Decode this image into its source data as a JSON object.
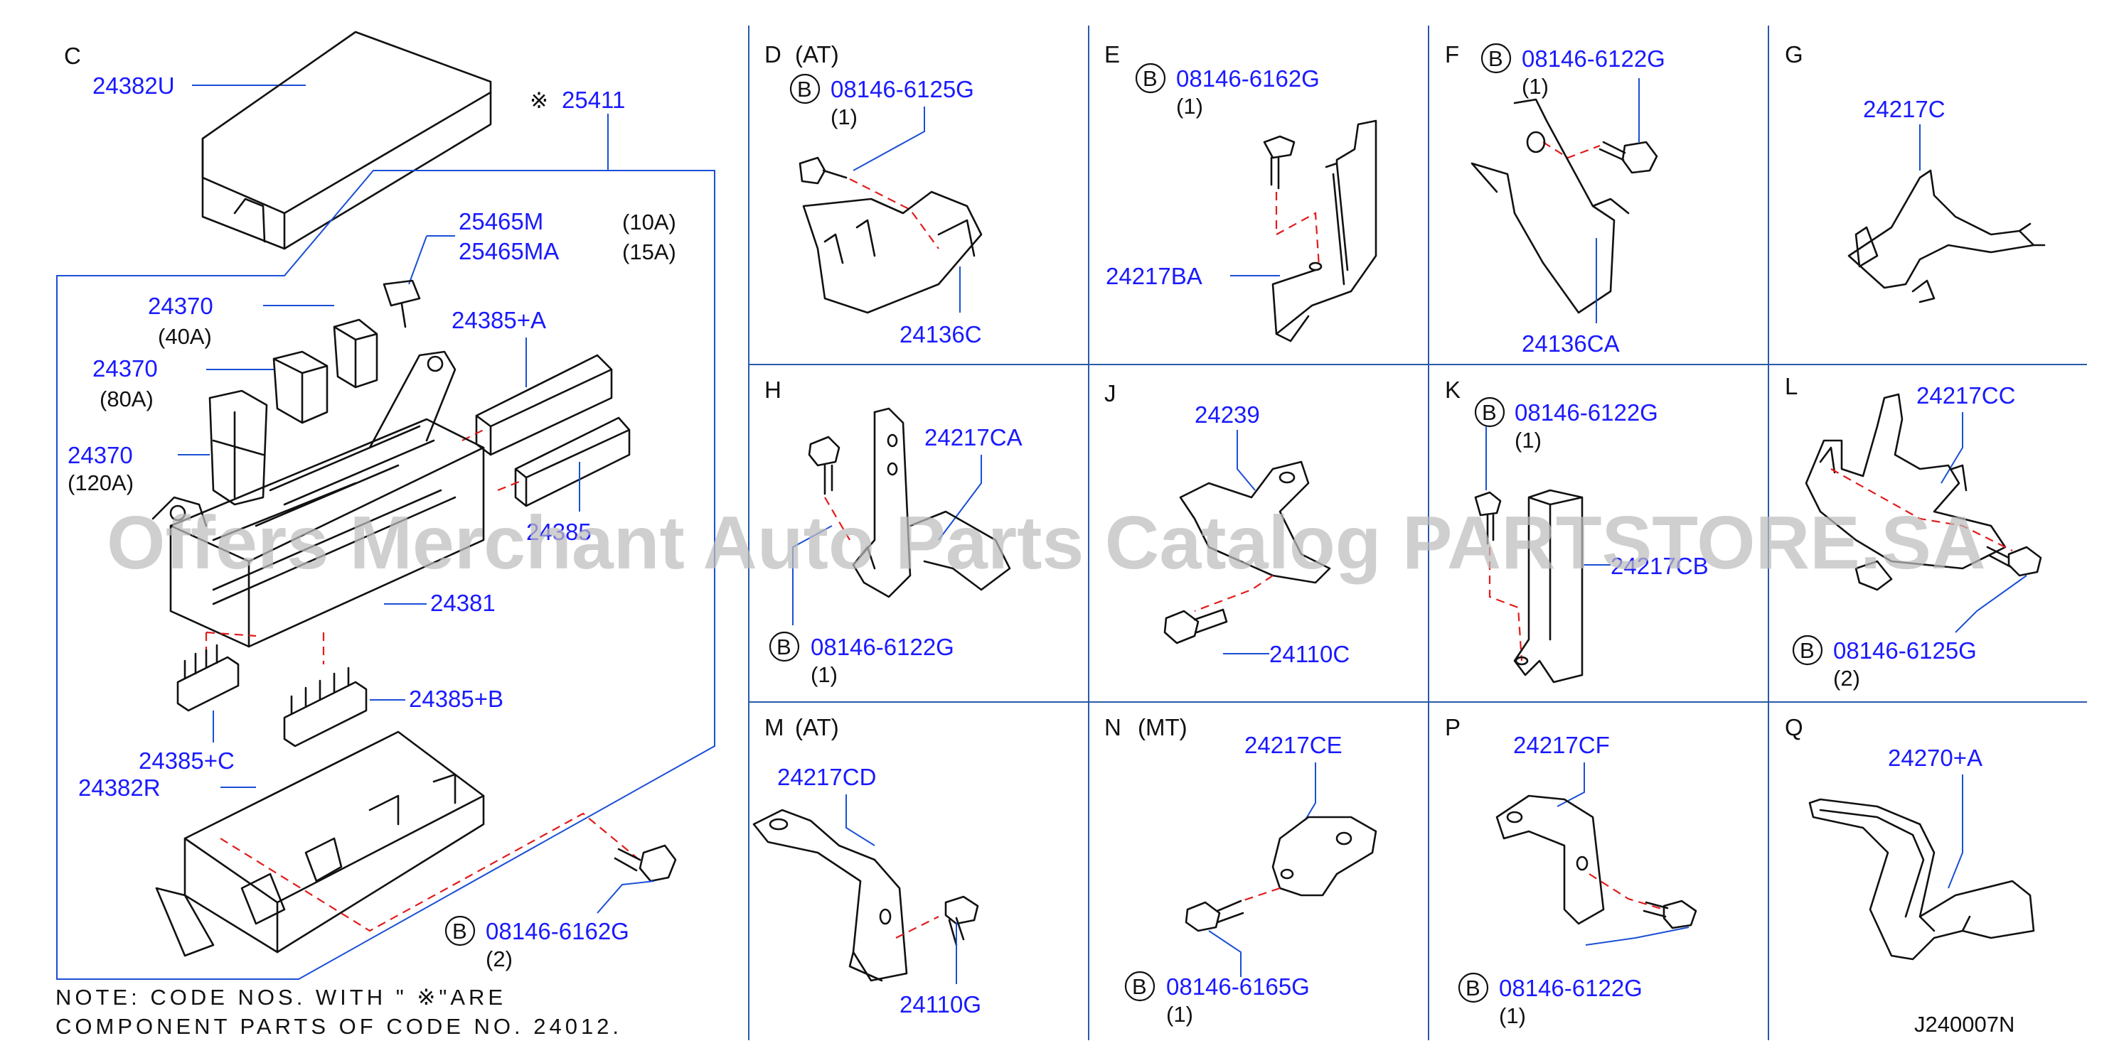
{
  "note": {
    "line1": "NOTE:  CODE  NOS.  WITH  \" ※\"ARE",
    "line2": "COMPONENT  PARTS  OF  CODE  NO.  24012."
  },
  "diagram_code": "J240007N",
  "watermark": "Offers Merchant Auto Parts Catalog PARTSTORE.SA",
  "colors": {
    "part_number": "#1a1aff",
    "leader": "#1a4fd6",
    "dashed": "#e21b1b",
    "grid": "#2a5aa8"
  },
  "sections": {
    "C": {
      "letter": "C",
      "cover": "24382U",
      "kit": "※ 25411",
      "fuse_a": "25465M",
      "fuse_a_spec": "(10A)",
      "fuse_b": "25465MA",
      "fuse_b_spec": "(15A)",
      "link_40": "24370",
      "link_40_spec": "(40A)",
      "link_80": "24370",
      "link_80_spec": "(80A)",
      "link_120": "24370",
      "link_120_spec": "(120A)",
      "conn_a": "24385+A",
      "conn_d": "24385",
      "block": "24381",
      "conn_b": "24385+B",
      "conn_c": "24385+C",
      "lower": "24382R",
      "bolt_code": "B",
      "bolt": "08146-6162G",
      "bolt_qty": "(2)"
    },
    "D": {
      "letter": "D",
      "variant": "(AT)",
      "bolt_code": "B",
      "bolt": "08146-6125G",
      "bolt_qty": "(1)",
      "part": "24136C"
    },
    "E": {
      "letter": "E",
      "bolt_code": "B",
      "bolt": "08146-6162G",
      "bolt_qty": "(1)",
      "part": "24217BA"
    },
    "F": {
      "letter": "F",
      "bolt_code": "B",
      "bolt": "08146-6122G",
      "bolt_qty": "(1)",
      "part": "24136CA"
    },
    "G": {
      "letter": "G",
      "part": "24217C"
    },
    "H": {
      "letter": "H",
      "part": "24217CA",
      "bolt_code": "B",
      "bolt": "08146-6122G",
      "bolt_qty": "(1)"
    },
    "J": {
      "letter": "J",
      "part": "24239",
      "bolt": "24110C"
    },
    "K": {
      "letter": "K",
      "bolt_code": "B",
      "bolt": "08146-6122G",
      "bolt_qty": "(1)",
      "part": "24217CB"
    },
    "L": {
      "letter": "L",
      "part": "24217CC",
      "bolt_code": "B",
      "bolt": "08146-6125G",
      "bolt_qty": "(2)"
    },
    "M": {
      "letter": "M",
      "variant": "(AT)",
      "part": "24217CD",
      "bolt": "24110G"
    },
    "N": {
      "letter": "N",
      "variant": "(MT)",
      "part": "24217CE",
      "bolt_code": "B",
      "bolt": "08146-6165G",
      "bolt_qty": "(1)"
    },
    "P": {
      "letter": "P",
      "part": "24217CF",
      "bolt_code": "B",
      "bolt": "08146-6122G",
      "bolt_qty": "(1)"
    },
    "Q": {
      "letter": "Q",
      "part": "24270+A"
    }
  }
}
